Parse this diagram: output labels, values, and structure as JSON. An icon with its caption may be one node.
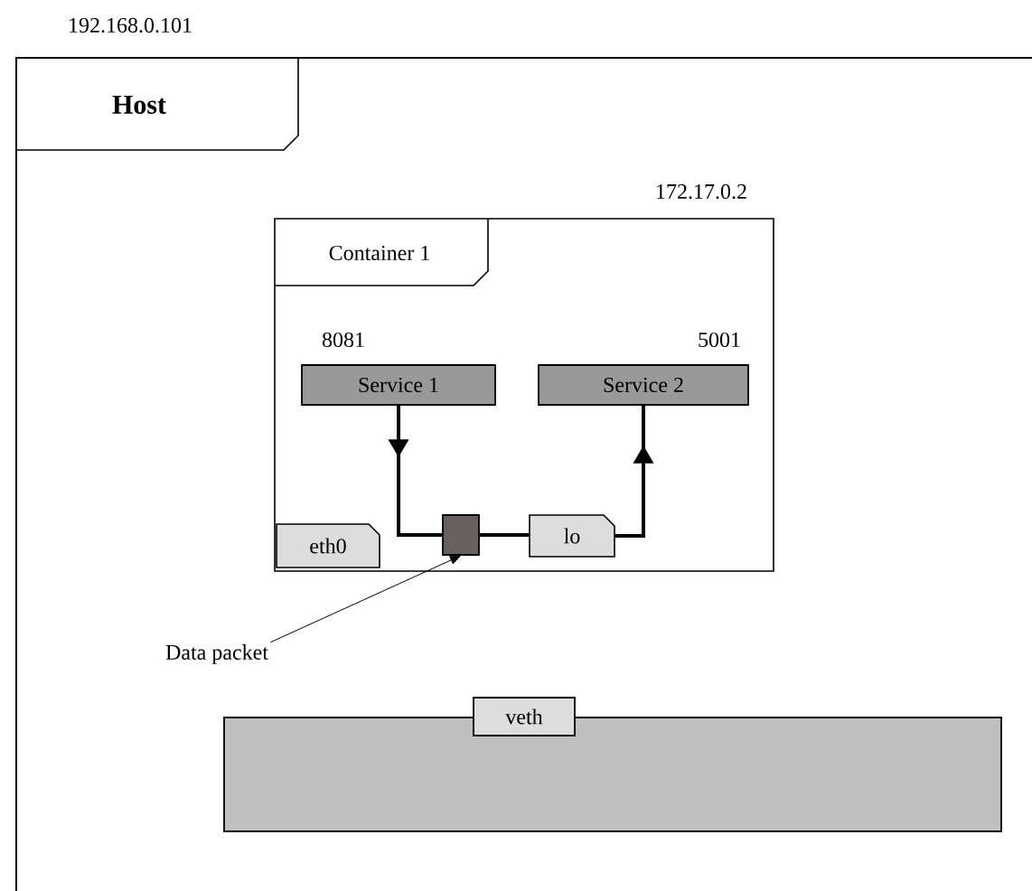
{
  "diagram": {
    "nodes": [
      {
        "text": [
          "Host"
        ],
        "beside": [
          "192.168.0.101"
        ]
      },
      {
        "text": [
          "Container 1"
        ],
        "beside": [
          "172.17.0.2"
        ],
        "in": 0
      },
      {
        "text": [
          "Service 1"
        ],
        "beside": [
          "8081"
        ],
        "in": 1
      },
      {
        "text": [
          "Service 2"
        ],
        "beside": [
          "5001"
        ],
        "in": 1
      },
      {
        "text": [
          "eth0"
        ],
        "in": 1
      },
      {
        "text": [],
        "shape": "box",
        "in": 1
      },
      {
        "text": [
          "lo"
        ],
        "in": 1
      },
      {
        "text": [
          "Data packet"
        ],
        "in": 0
      },
      {
        "text": [],
        "shape": "box",
        "in": 0
      },
      {
        "text": [
          "veth"
        ],
        "in": 0
      }
    ],
    "edges": [
      {
        "from": 2,
        "to": 5,
        "arrow": "to"
      },
      {
        "from": 5,
        "to": 6,
        "arrow": "none"
      },
      {
        "from": 6,
        "to": 3,
        "arrow": "to"
      },
      {
        "from": 7,
        "to": 5,
        "arrow": "to"
      }
    ]
  }
}
